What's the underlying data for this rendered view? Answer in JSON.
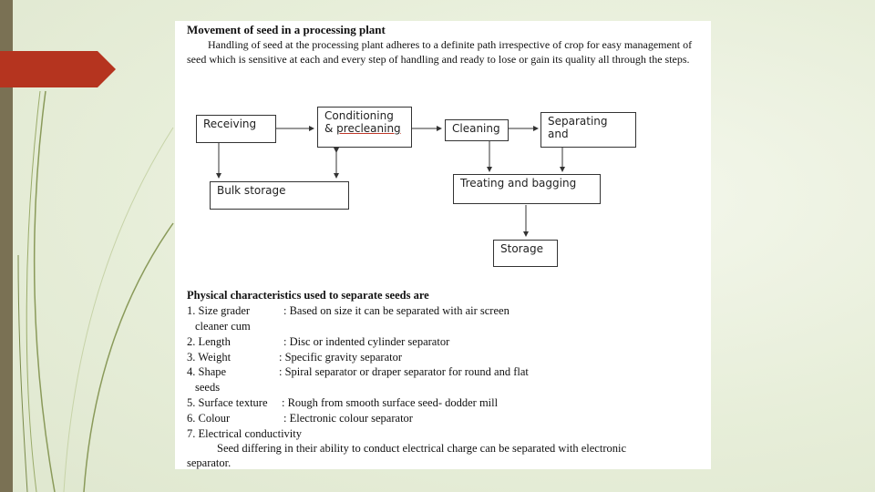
{
  "doc": {
    "title": "Movement of seed in a processing plant",
    "paragraph": "Handling of seed at the processing plant adheres to a definite path irrespective of crop for easy management of seed which is sensitive at each and every step of handling and ready to lose or gain its quality all through the steps."
  },
  "flow": {
    "receiving": "Receiving",
    "conditioning_line1": "Conditioning",
    "conditioning_amp": "& ",
    "conditioning_line2": "precleaning",
    "cleaning": "Cleaning",
    "separating_line1": "Separating",
    "separating_line2": "and",
    "bulk_storage": "Bulk storage",
    "treating": "Treating and bagging",
    "storage": "Storage"
  },
  "physical": {
    "title": "Physical characteristics used to separate seeds are",
    "items": [
      {
        "label": "1. Size grader",
        "value": ":  Based on size it can be separated with air screen"
      },
      {
        "label": "cleaner cum",
        "value": ""
      },
      {
        "label": "2. Length",
        "value": ":  Disc or indented cylinder separator"
      },
      {
        "label": "3. Weight",
        "value": ":  Specific gravity separator"
      },
      {
        "label": "4. Shape",
        "value": ": Spiral separator or draper separator for round and flat"
      },
      {
        "label": "seeds",
        "value": ""
      },
      {
        "label": "5. Surface texture",
        "value": ":  Rough from smooth surface seed- dodder mill"
      },
      {
        "label": "6. Colour",
        "value": ":  Electronic colour separator"
      },
      {
        "label": "7. Electrical conductivity",
        "value": ""
      }
    ],
    "conductivity_line1": "Seed differing in their ability to conduct electrical charge can be separated with electronic",
    "conductivity_line2": "separator."
  },
  "colors": {
    "left_bar": "#7a7154",
    "arrow_red": "#b5341f",
    "background": "#e7eed9"
  }
}
